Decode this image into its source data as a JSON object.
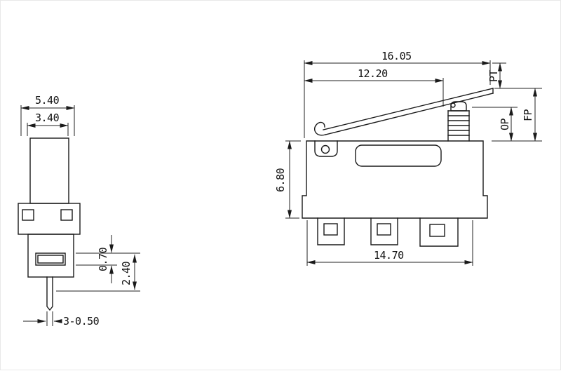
{
  "left_view": {
    "dims": {
      "outer_width": "5.40",
      "inner_width": "3.40",
      "step_height": "0.70",
      "lower_height": "2.40",
      "pin_spec": "3-0.50"
    }
  },
  "right_view": {
    "dims": {
      "lever_length": "16.05",
      "lever_inner": "12.20",
      "body_height": "6.80",
      "body_width": "14.70"
    },
    "travel_labels": {
      "pt": "PT",
      "op": "OP",
      "fp": "FP"
    }
  }
}
